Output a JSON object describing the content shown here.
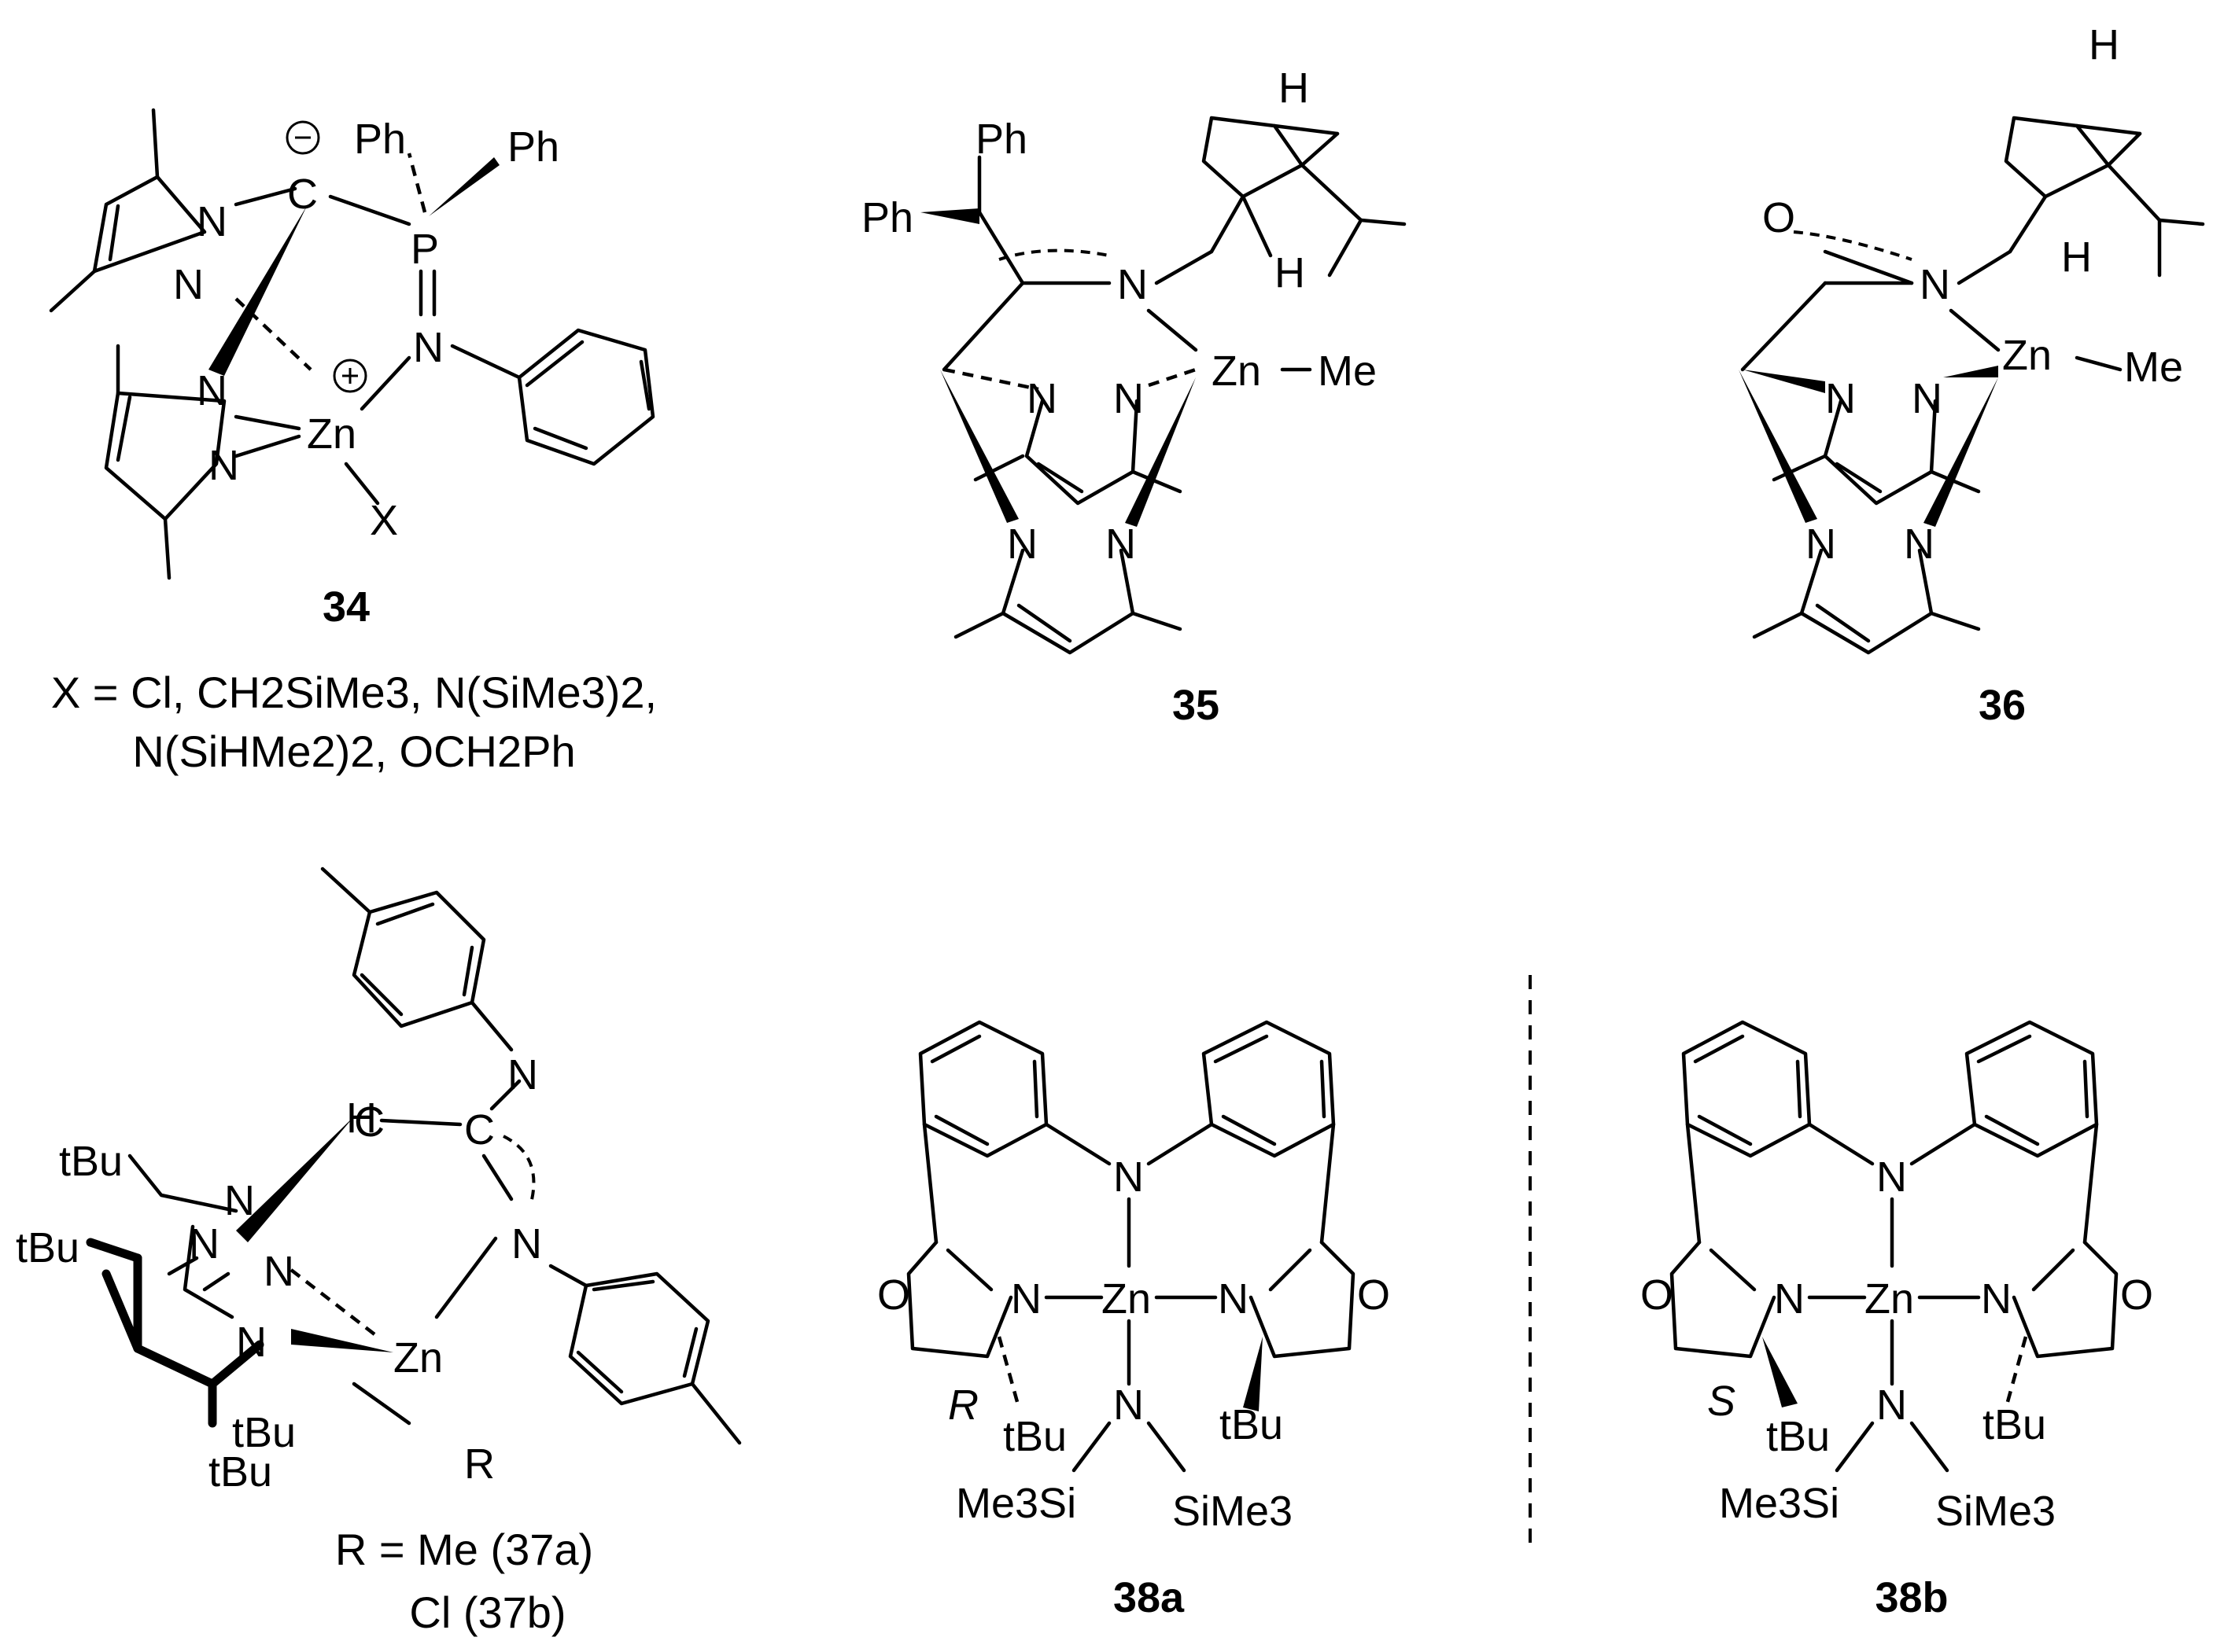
{
  "compounds": [
    {
      "label": "34"
    },
    {
      "label": "35"
    },
    {
      "label": "36"
    },
    {
      "label": "38a"
    },
    {
      "label": "38b"
    }
  ],
  "captions": {
    "c34_line1": "X = Cl, CH2SiMe3, N(SiMe3)2,",
    "c34_line2": "N(SiHMe2)2, OCH2Ph",
    "c37_line1": "R = Me (37a)",
    "c37_line2": "Cl (37b)"
  },
  "atoms": {
    "zn": "Zn",
    "n": "N",
    "c": "C",
    "p": "P",
    "o": "O",
    "h": "H",
    "x": "X",
    "r": "R",
    "ph": "Ph",
    "me": "Me",
    "tbu": "tBu",
    "me3si": "Me3Si",
    "sime3": "SiMe3",
    "stereo_r": "R",
    "stereo_s": "S"
  }
}
